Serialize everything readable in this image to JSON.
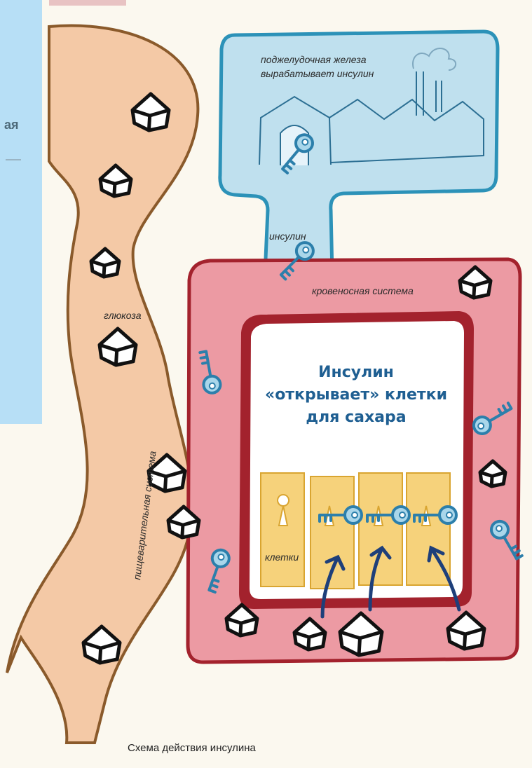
{
  "labels": {
    "sidebar_fragment": "ая",
    "pancreas_line1": "поджелудочная железа",
    "pancreas_line2": "вырабатывает инсулин",
    "insulin": "инсулин",
    "blood_system": "кровеносная система",
    "glucose": "глюкоза",
    "digestive_system": "пищеварительная система",
    "main_line1": "Инсулин",
    "main_line2": "«открывает» клетки",
    "main_line3": "для сахара",
    "cells": "клетки",
    "caption": "Схема действия инсулина"
  },
  "colors": {
    "sidebar": "#b7dff6",
    "digestive_fill": "#f4c9a6",
    "digestive_stroke": "#8a5a2b",
    "pancreas_fill": "#bfe0ee",
    "pancreas_stroke": "#2c92b8",
    "blood_fill": "#ec9aa3",
    "blood_stroke": "#a3222d",
    "cell_fill": "#f6d27b",
    "cell_stroke": "#d9a531",
    "text_blue": "#1f5f92",
    "arrow": "#1e3f7a"
  },
  "icons": {
    "glucose": "sugar-cube-icon",
    "insulin": "key-icon",
    "factory": "factory-icon",
    "keyhole": "keyhole-icon"
  }
}
